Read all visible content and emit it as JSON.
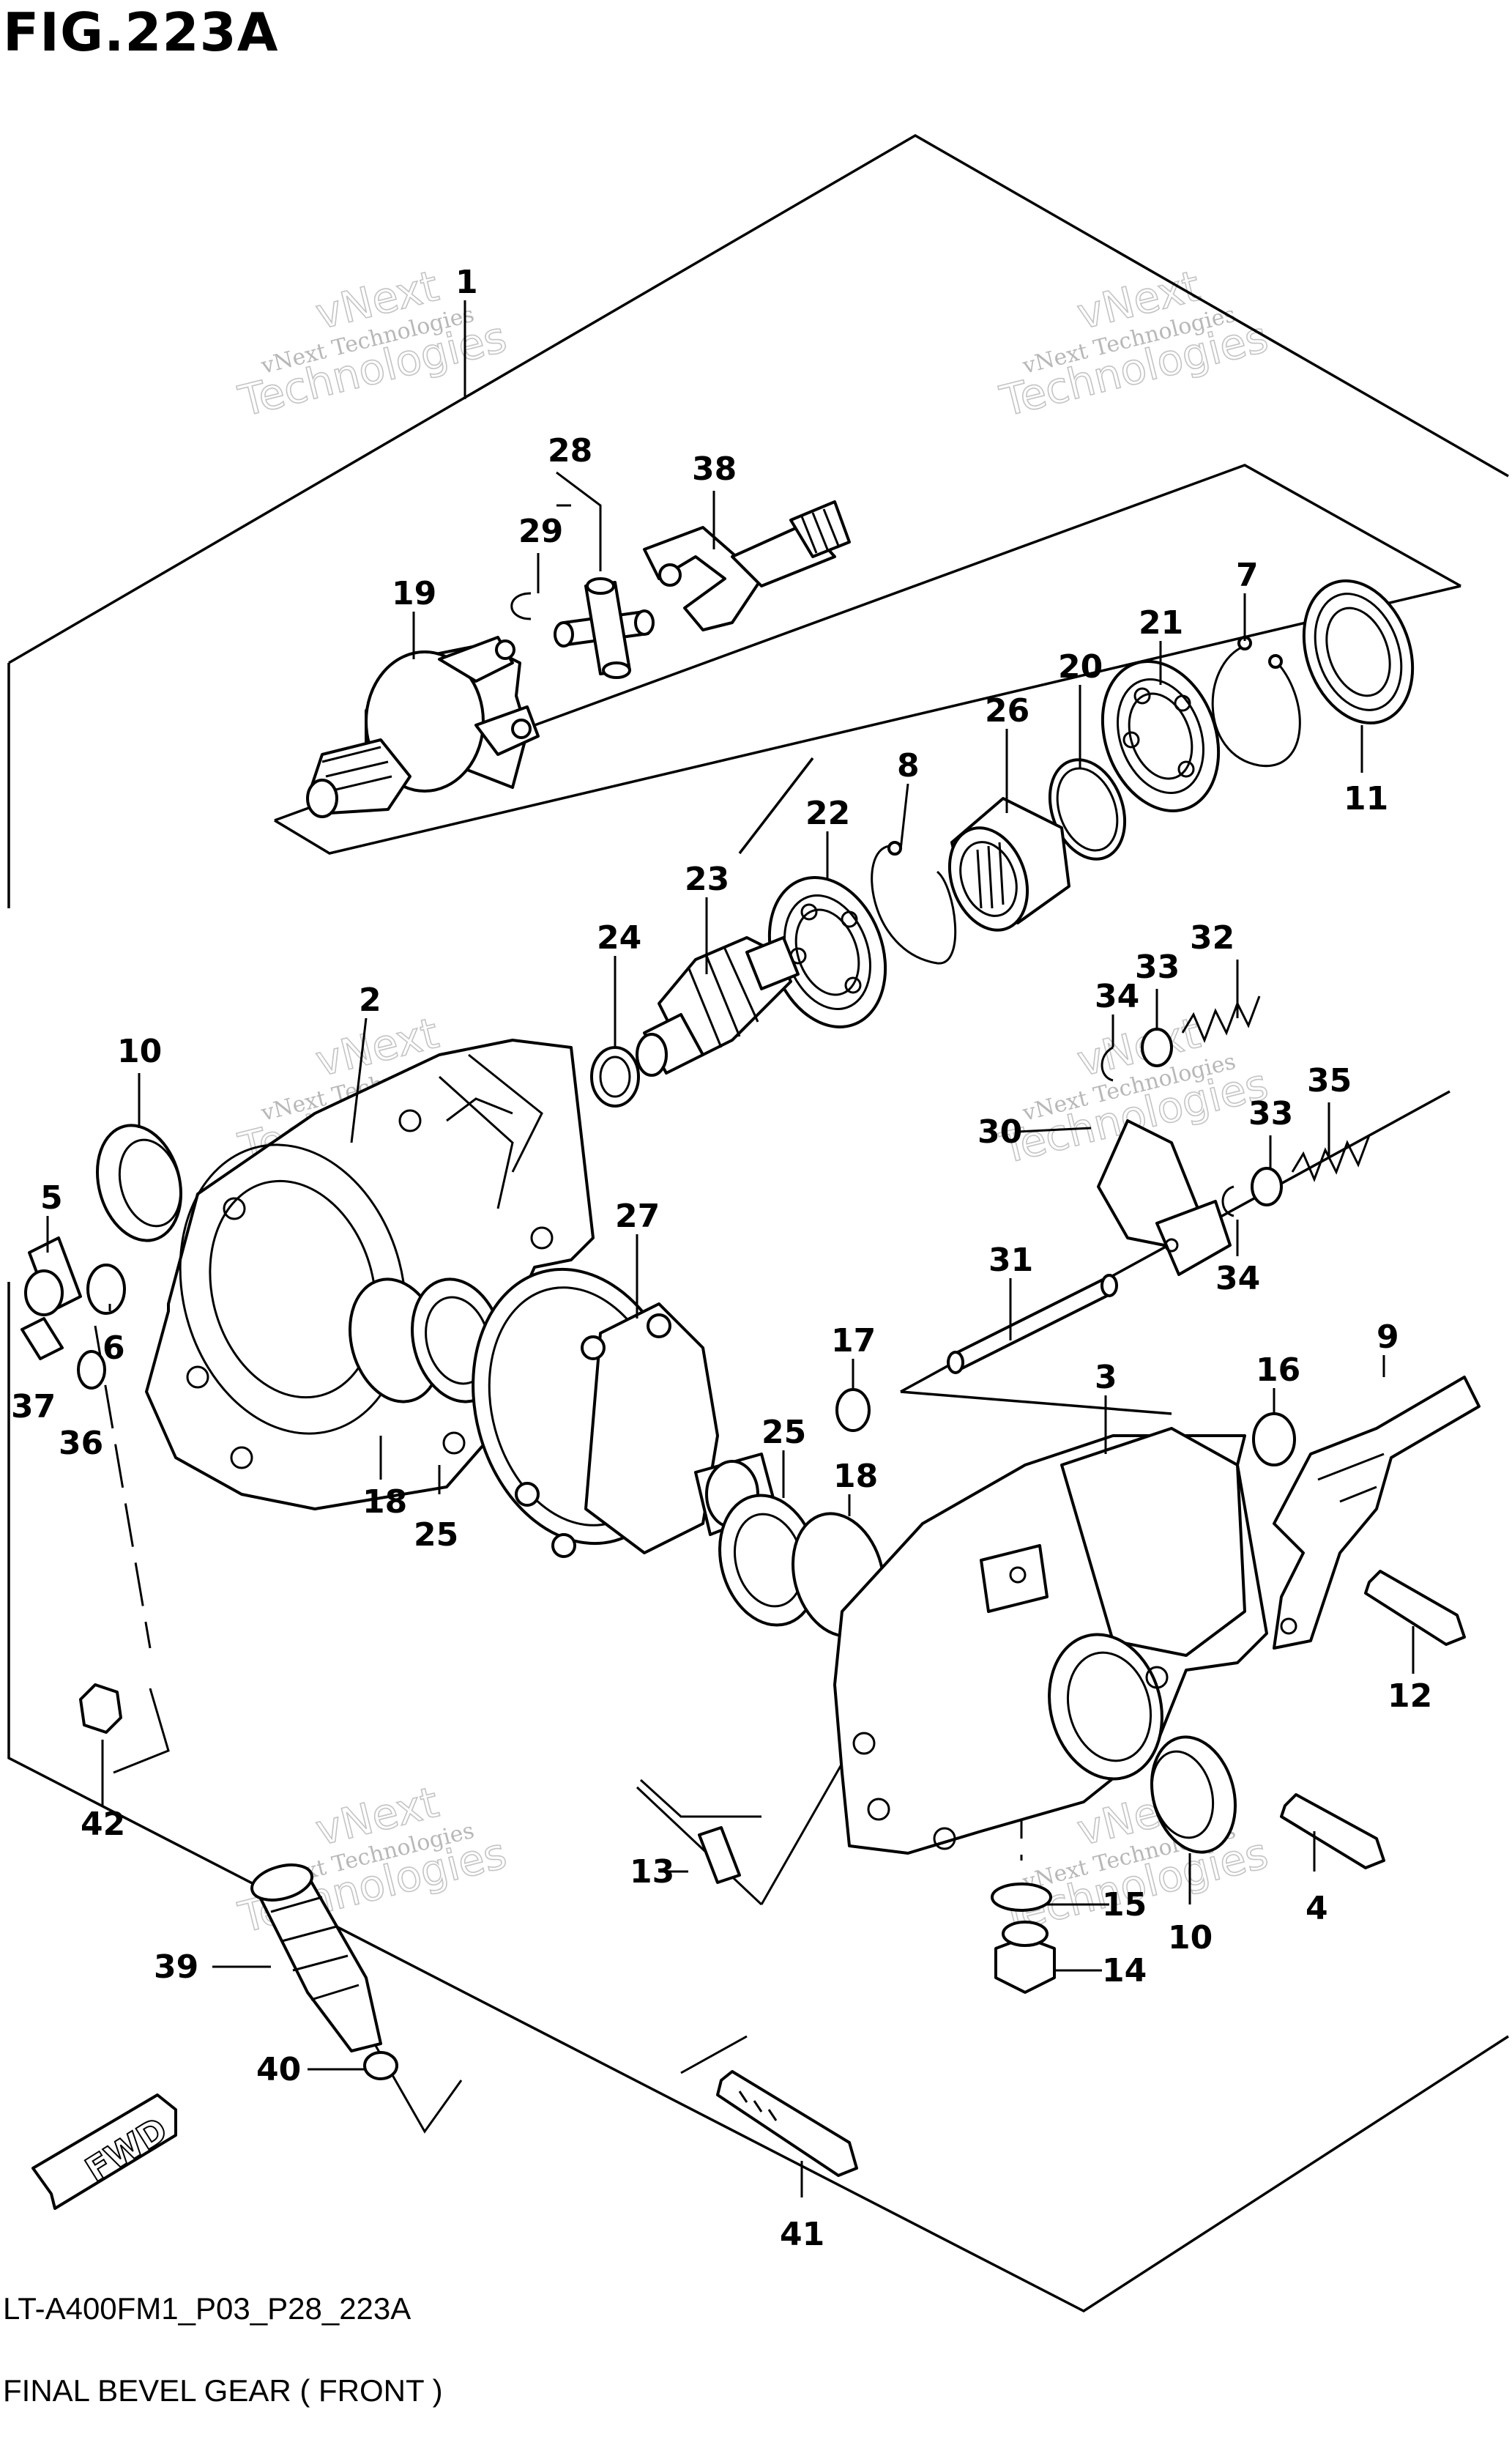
{
  "figure": {
    "title": "FIG.223A",
    "code": "LT-A400FM1_P03_P28_223A",
    "caption": "FINAL BEVEL GEAR ( FRONT )",
    "fwd_label": "FWD"
  },
  "watermark": {
    "line1": "vNext Technologies",
    "line2": "vNext",
    "line3": "Technologies"
  },
  "callouts": {
    "c1": "1",
    "c2": "2",
    "c3": "3",
    "c4": "4",
    "c5": "5",
    "c6": "6",
    "c7": "7",
    "c8": "8",
    "c9": "9",
    "c10a": "10",
    "c10b": "10",
    "c11": "11",
    "c12": "12",
    "c13": "13",
    "c14": "14",
    "c15": "15",
    "c16": "16",
    "c17": "17",
    "c18a": "18",
    "c18b": "18",
    "c19": "19",
    "c20": "20",
    "c21": "21",
    "c22": "22",
    "c23": "23",
    "c24": "24",
    "c25a": "25",
    "c25b": "25",
    "c26": "26",
    "c27": "27",
    "c28": "28",
    "c29": "29",
    "c30": "30",
    "c31": "31",
    "c32": "32",
    "c33a": "33",
    "c33b": "33",
    "c34a": "34",
    "c34b": "34",
    "c35": "35",
    "c36": "36",
    "c37": "37",
    "c38": "38",
    "c39": "39",
    "c40": "40",
    "c41": "41",
    "c42": "42"
  }
}
